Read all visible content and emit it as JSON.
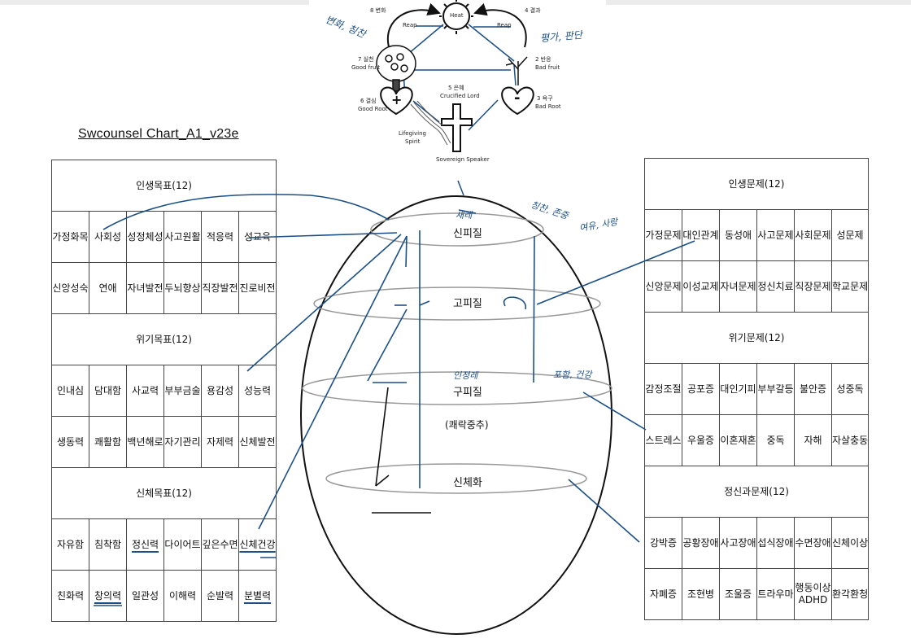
{
  "title": "Swcounsel Chart_A1_v23e",
  "top_diagram": {
    "sun_label": "Heat",
    "reap_left": "Reap",
    "reap_right": "Reap",
    "node8": "8 변화",
    "node4": "4 결과",
    "node7": "7 실천",
    "node7_sub": "Good fruit",
    "node2": "2 반응",
    "node2_sub": "Bad fruit",
    "node5": "5 은혜",
    "node5_sub": "Crucified Lord",
    "node6": "6 결심",
    "node6_sub": "Good Root",
    "node3": "3 욕구",
    "node3_sub": "Bad Root",
    "spirit_1": "Lifegiving",
    "spirit_2": "Spirit",
    "speaker": "Sovereign Speaker",
    "plus": "+",
    "minus": "-"
  },
  "handwriting": {
    "left_top": "변화, 칭찬",
    "right_top": "평가, 판단",
    "ring1_note": "새레",
    "mid_note": "칭찬, 존중",
    "far_note": "여유, 사랑",
    "ring3_note": "인정레",
    "ring3_note2": "포함, 건강"
  },
  "left_table": {
    "sections": [
      {
        "title": "인생목표(12)",
        "rows": [
          [
            "가정화목",
            "사회성",
            "성정체성",
            "사고원활",
            "적응력",
            "성교육"
          ],
          [
            "신앙성숙",
            "연애",
            "자녀발전",
            "두뇌향상",
            "직장발전",
            "진로비전"
          ]
        ]
      },
      {
        "title": "위기목표(12)",
        "rows": [
          [
            "인내심",
            "담대함",
            "사교력",
            "부부금술",
            "용감성",
            "성능력"
          ],
          [
            "생동력",
            "쾌활함",
            "백년해로",
            "자기관리",
            "자제력",
            "신체발전"
          ]
        ]
      },
      {
        "title": "신체목표(12)",
        "rows": [
          [
            "자유함",
            "침착함",
            "정신력",
            "다이어트",
            "깊은수면",
            "신체건강"
          ],
          [
            "친화력",
            "창의력",
            "일관성",
            "이해력",
            "순발력",
            "분별력"
          ]
        ]
      }
    ]
  },
  "right_table": {
    "sections": [
      {
        "title": "인생문제(12)",
        "rows": [
          [
            "가정문제",
            "대인관계",
            "동성애",
            "사고문제",
            "사회문제",
            "성문제"
          ],
          [
            "신앙문제",
            "이성교제",
            "자녀문제",
            "정신치료",
            "직장문제",
            "학교문제"
          ]
        ]
      },
      {
        "title": "위기문제(12)",
        "rows": [
          [
            "감정조절",
            "공포증",
            "대인기피",
            "부부갈등",
            "불안증",
            "성중독"
          ],
          [
            "스트레스",
            "우울증",
            "이혼재혼",
            "중독",
            "자해",
            "자살충동"
          ]
        ]
      },
      {
        "title": "정신과문제(12)",
        "rows": [
          [
            "강박증",
            "공황장애",
            "사고장애",
            "섭식장애",
            "수면장애",
            "신체이상"
          ],
          [
            "자폐증",
            "조현병",
            "조울증",
            "트라우마",
            "행동이상 ADHD",
            "환각환청"
          ]
        ]
      }
    ]
  },
  "sphere": {
    "ring1": "신피질",
    "ring2": "고피질",
    "ring3": "구피질",
    "middle": "(쾌락중추)",
    "ring4": "신체화"
  },
  "colors": {
    "pen": "#1b4f86",
    "line": "#111111",
    "ring": "#999999"
  }
}
